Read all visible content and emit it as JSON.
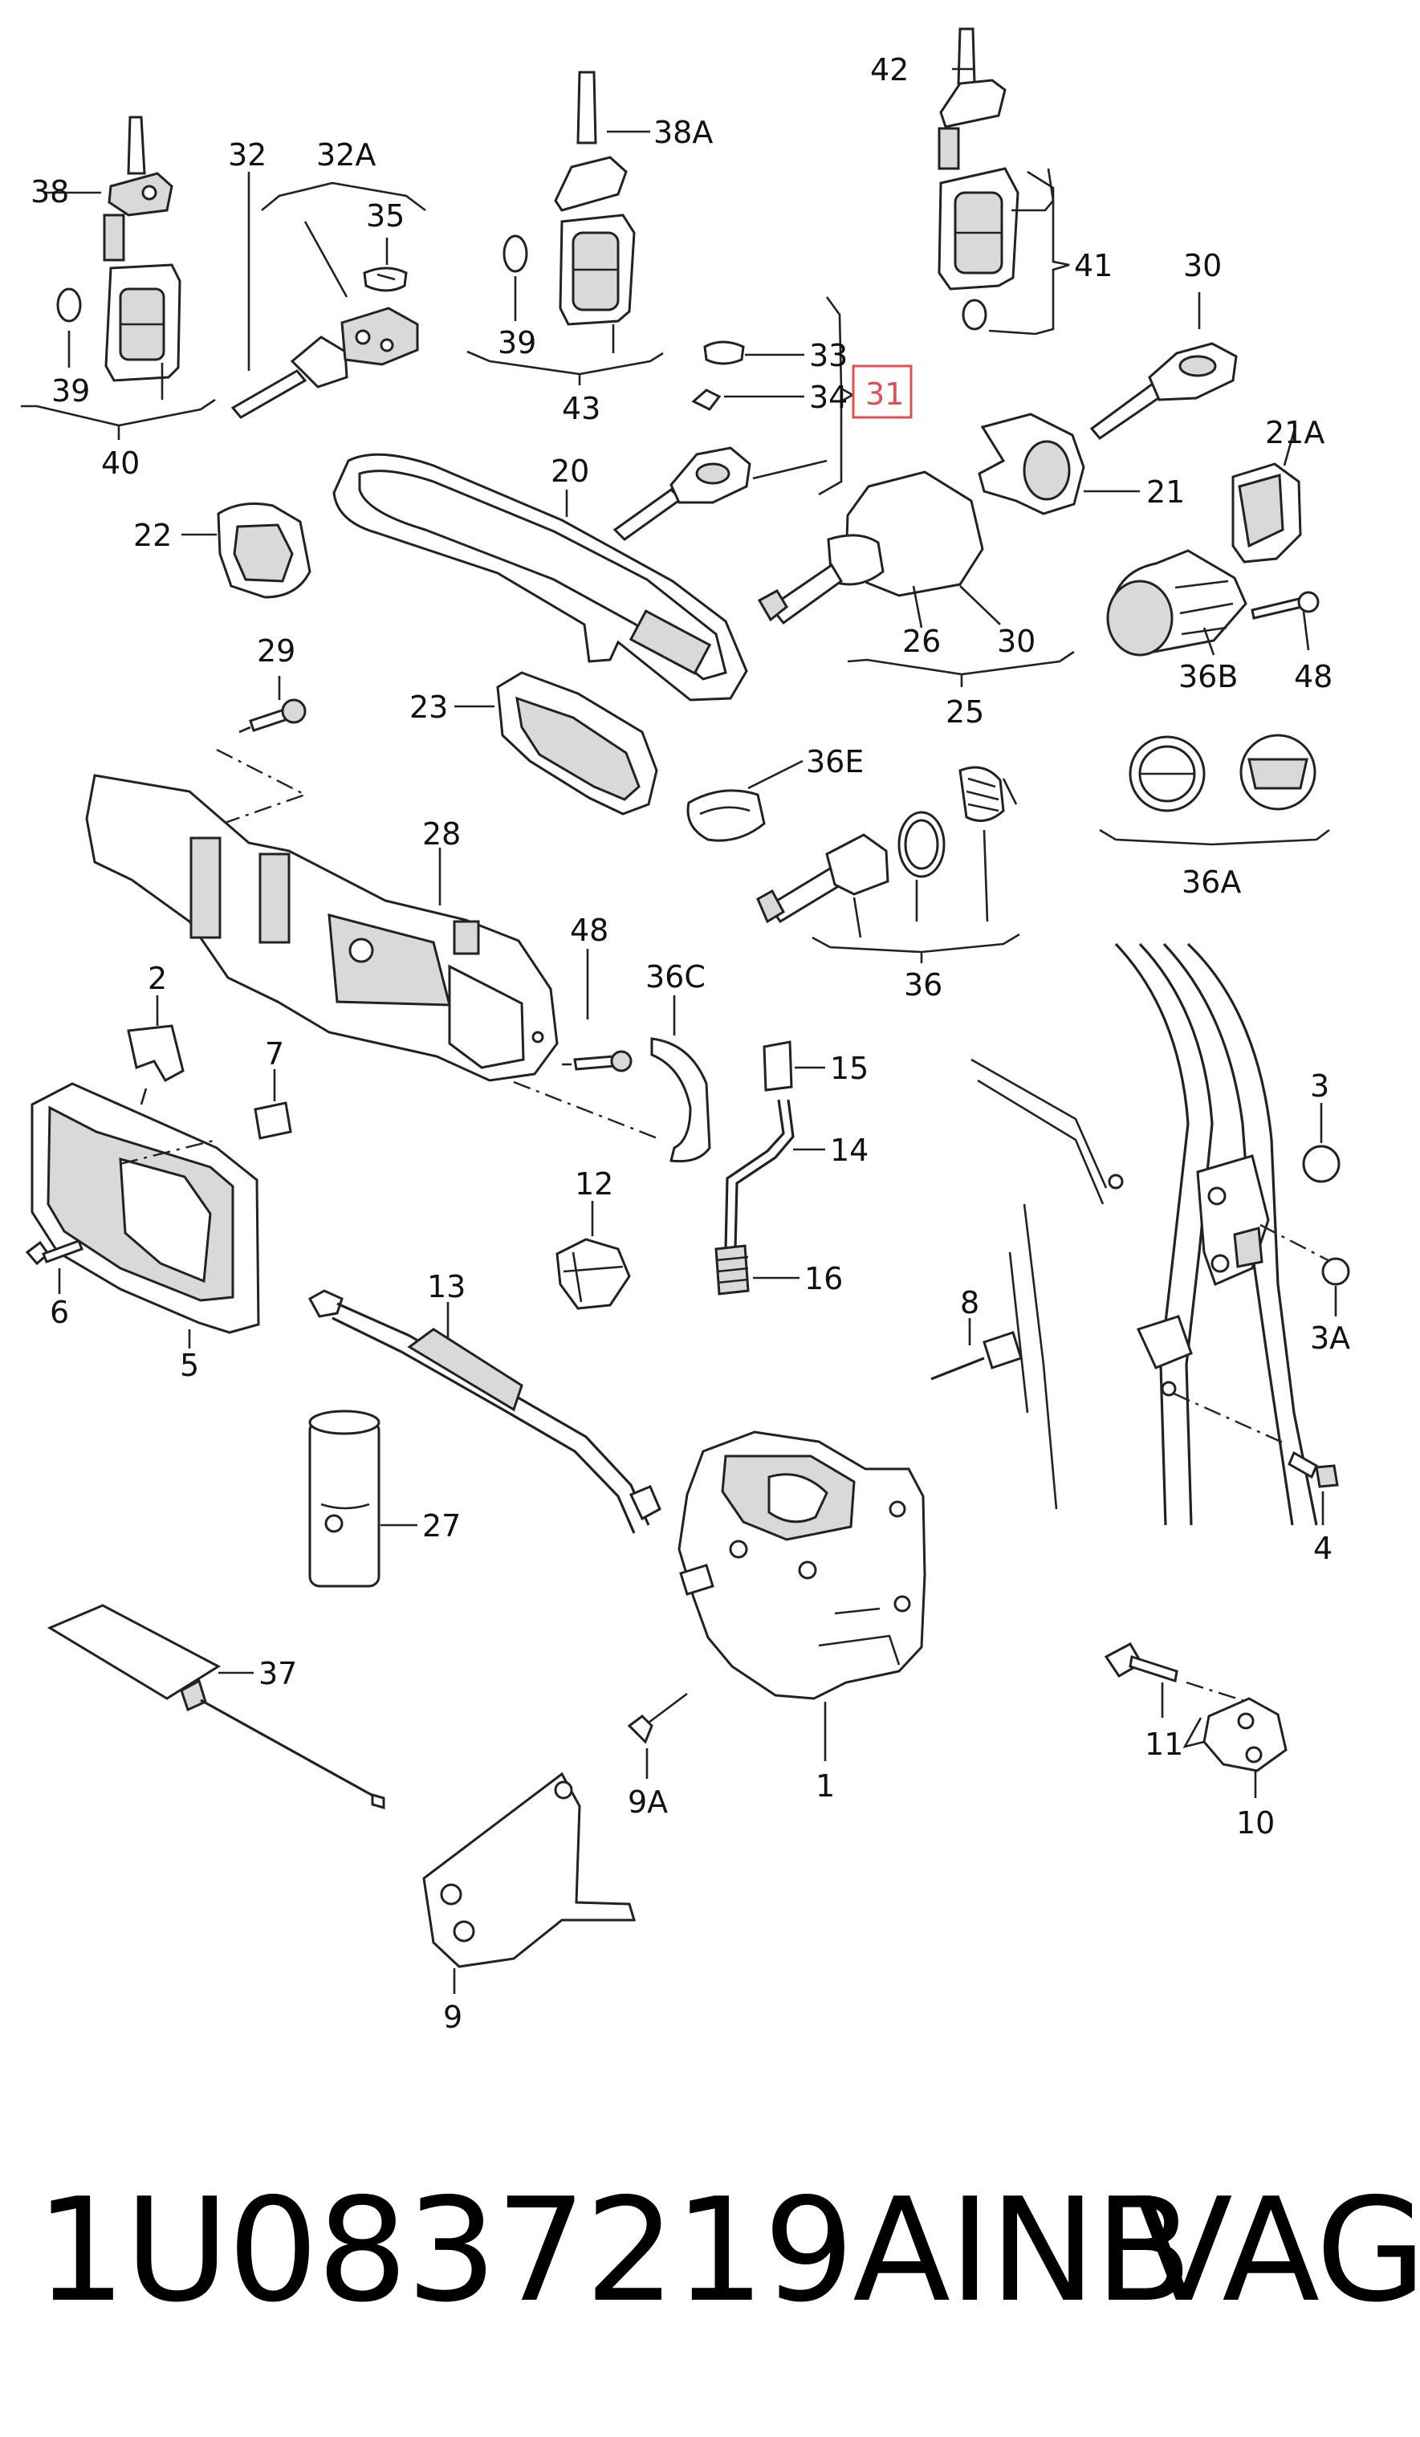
{
  "diagram": {
    "callouts": [
      "38",
      "32",
      "32A",
      "35",
      "39",
      "40",
      "38A",
      "39",
      "43",
      "42",
      "41",
      "30",
      "33",
      "34",
      "31",
      "22",
      "20",
      "21A",
      "21",
      "26",
      "30",
      "25",
      "36B",
      "48",
      "29",
      "23",
      "36E",
      "28",
      "36A",
      "48",
      "36C",
      "36",
      "2",
      "7",
      "15",
      "14",
      "3",
      "12",
      "5",
      "6",
      "13",
      "16",
      "8",
      "3A",
      "27",
      "4",
      "37",
      "1",
      "11",
      "9A",
      "10",
      "9"
    ],
    "highlighted_callout": "31",
    "highlight_color": "#e05050"
  },
  "footer": {
    "part_number": "1U0837219AINB",
    "vendor": "VAG"
  }
}
